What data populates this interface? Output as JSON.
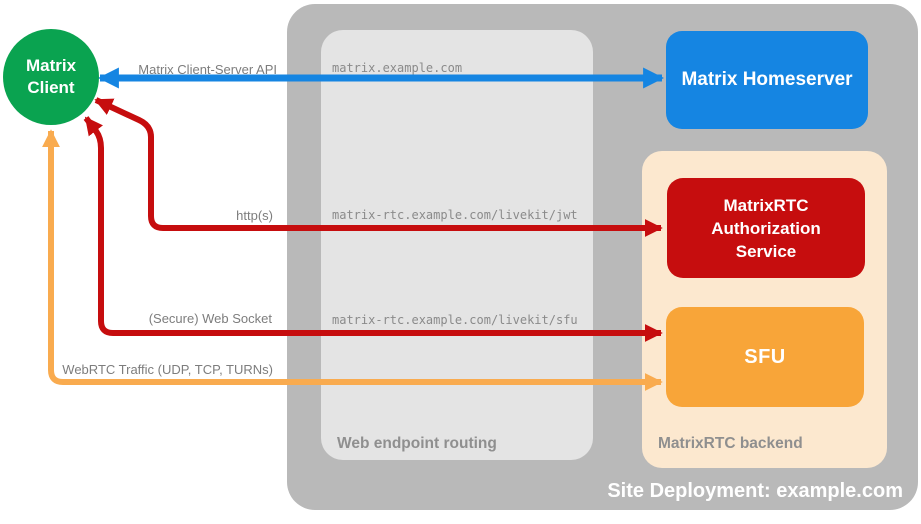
{
  "diagram_title": "Site Deployment: example.com",
  "nodes": {
    "client": {
      "label": "Matrix Client"
    },
    "homeserver": {
      "label": "Matrix Homeserver"
    },
    "auth_service": {
      "label": "MatrixRTC Authorization Service"
    },
    "sfu": {
      "label": "SFU"
    }
  },
  "containers": {
    "site_deployment": {
      "label": "Site Deployment: example.com"
    },
    "web_endpoint_routing": {
      "label": "Web endpoint routing"
    },
    "matrixrtc_backend": {
      "label": "MatrixRTC backend"
    }
  },
  "connections": [
    {
      "label": "Matrix Client-Server API",
      "endpoint": "matrix.example.com",
      "from": "Matrix Client",
      "to": "Matrix Homeserver",
      "color": "#1585e2",
      "bidirectional": true
    },
    {
      "label": "http(s)",
      "endpoint": "matrix-rtc.example.com/livekit/jwt",
      "from": "Matrix Client",
      "to": "MatrixRTC Authorization Service",
      "color": "#c60d0e",
      "bidirectional": true
    },
    {
      "label": "(Secure) Web Socket",
      "endpoint": "matrix-rtc.example.com/livekit/sfu",
      "from": "Matrix Client",
      "to": "SFU",
      "color": "#c60d0e",
      "bidirectional": true
    },
    {
      "label": "WebRTC Traffic (UDP, TCP, TURNs)",
      "endpoint": "",
      "from": "Matrix Client",
      "to": "SFU",
      "color": "#f9ab4f",
      "bidirectional": true
    }
  ],
  "colors": {
    "client_green": "#0aa350",
    "homeserver_blue": "#1585e2",
    "auth_red": "#c60d0e",
    "sfu_orange": "#f8a539",
    "backend_peach": "#fce8cf",
    "site_gray": "#b9b9b9",
    "routing_gray": "#e4e4e4",
    "label_gray": "#7d7d7d"
  }
}
